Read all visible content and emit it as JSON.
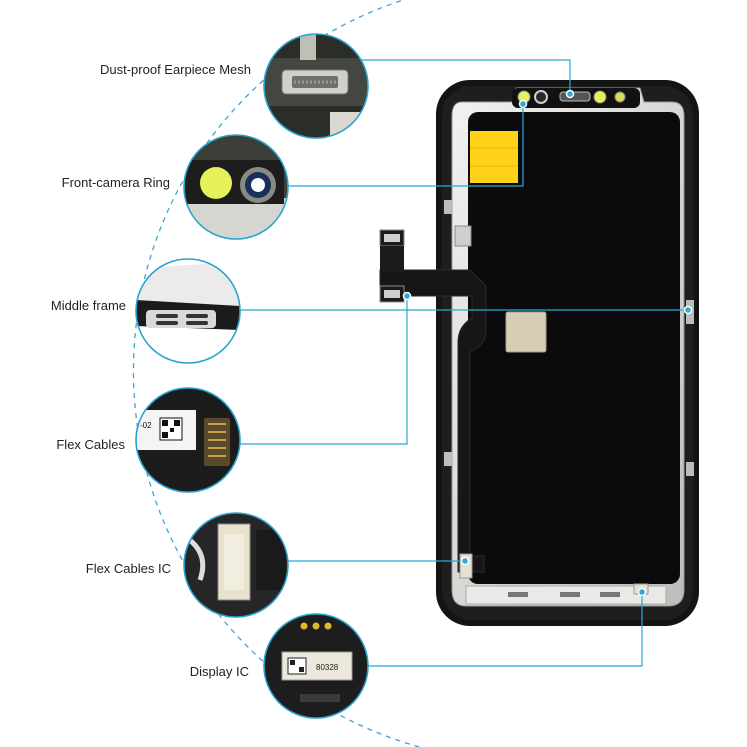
{
  "labels": {
    "earpiece_mesh": "Dust-proof Earpiece Mesh",
    "camera_ring": "Front-camera Ring",
    "middle_frame": "Middle frame",
    "flex_cables": "Flex Cables",
    "flex_cables_ic": "Flex Cables IC",
    "display_ic": "Display IC"
  },
  "detail_text": {
    "flex_code": "-02",
    "ic_code": "80328"
  },
  "colors": {
    "leader_line": "#29a9d6",
    "arc": "#3aa6d2",
    "phone_frame": "#141414",
    "panel": "#0b0b0d",
    "metal": "#d9d9d6",
    "adhesive": "#ffd21a",
    "lens": "#e8f05a"
  }
}
